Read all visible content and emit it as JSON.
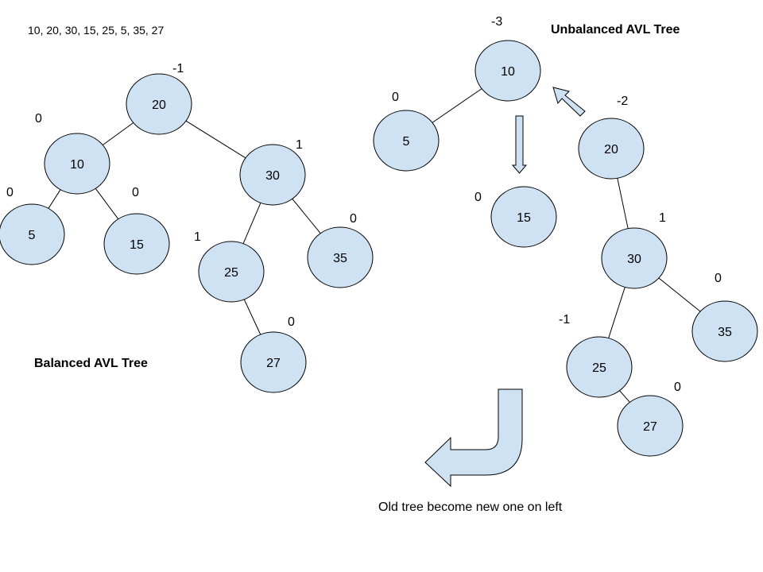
{
  "sequence_text": "10, 20, 30, 15, 25, 5, 35, 27",
  "balanced_tree": {
    "title": "Balanced AVL Tree",
    "nodes": [
      {
        "id": "b20",
        "value": "20",
        "balance": "-1"
      },
      {
        "id": "b10",
        "value": "10",
        "balance": "0"
      },
      {
        "id": "b30",
        "value": "30",
        "balance": "1"
      },
      {
        "id": "b5",
        "value": "5",
        "balance": "0"
      },
      {
        "id": "b15",
        "value": "15",
        "balance": "0"
      },
      {
        "id": "b25",
        "value": "25",
        "balance": "1"
      },
      {
        "id": "b35",
        "value": "35",
        "balance": "0"
      },
      {
        "id": "b27",
        "value": "27",
        "balance": "0"
      }
    ],
    "edges": [
      [
        "b20",
        "b10"
      ],
      [
        "b20",
        "b30"
      ],
      [
        "b10",
        "b5"
      ],
      [
        "b10",
        "b15"
      ],
      [
        "b30",
        "b25"
      ],
      [
        "b30",
        "b35"
      ],
      [
        "b25",
        "b27"
      ]
    ]
  },
  "unbalanced_tree": {
    "title": "Unbalanced AVL Tree",
    "nodes": [
      {
        "id": "u10",
        "value": "10",
        "balance": "-3"
      },
      {
        "id": "u5",
        "value": "5",
        "balance": "0"
      },
      {
        "id": "u15",
        "value": "15",
        "balance": "0"
      },
      {
        "id": "u20",
        "value": "20",
        "balance": "-2"
      },
      {
        "id": "u30",
        "value": "30",
        "balance": "1"
      },
      {
        "id": "u25",
        "value": "25",
        "balance": "-1"
      },
      {
        "id": "u35",
        "value": "35",
        "balance": "0"
      },
      {
        "id": "u27",
        "value": "27",
        "balance": "0"
      }
    ],
    "edges": [
      [
        "u10",
        "u5"
      ],
      [
        "u20",
        "u30"
      ],
      [
        "u30",
        "u25"
      ],
      [
        "u30",
        "u35"
      ],
      [
        "u25",
        "u27"
      ]
    ]
  },
  "caption": "Old tree become new one on left",
  "colors": {
    "node_fill": "#cfe2f3",
    "stroke": "#000000"
  }
}
